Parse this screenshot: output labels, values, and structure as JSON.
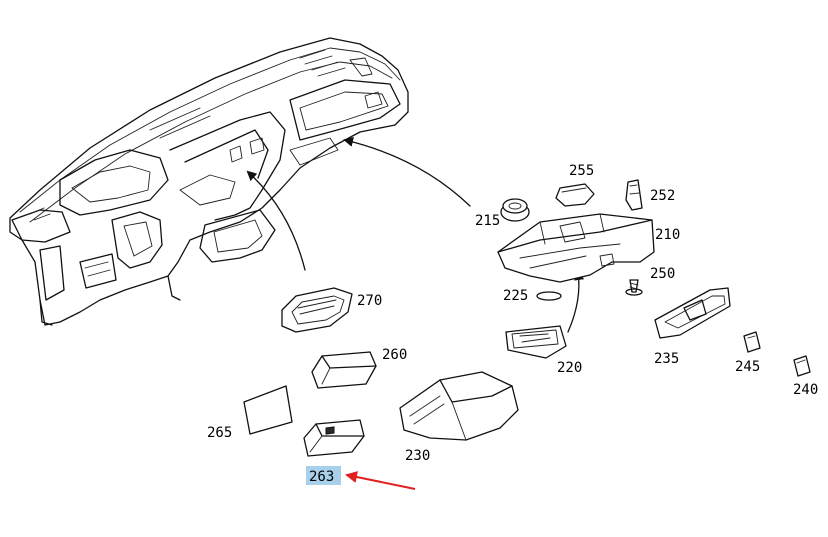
{
  "labels": {
    "p255": "255",
    "p252": "252",
    "p215": "215",
    "p210": "210",
    "p250": "250",
    "p270": "270",
    "p225": "225",
    "p260": "260",
    "p235": "235",
    "p220": "220",
    "p245": "245",
    "p240": "240",
    "p265": "265",
    "p230": "230",
    "p263": "263"
  },
  "highlight": {
    "label_bg": "#a9d0ea",
    "arrow_color": "#e02020"
  }
}
